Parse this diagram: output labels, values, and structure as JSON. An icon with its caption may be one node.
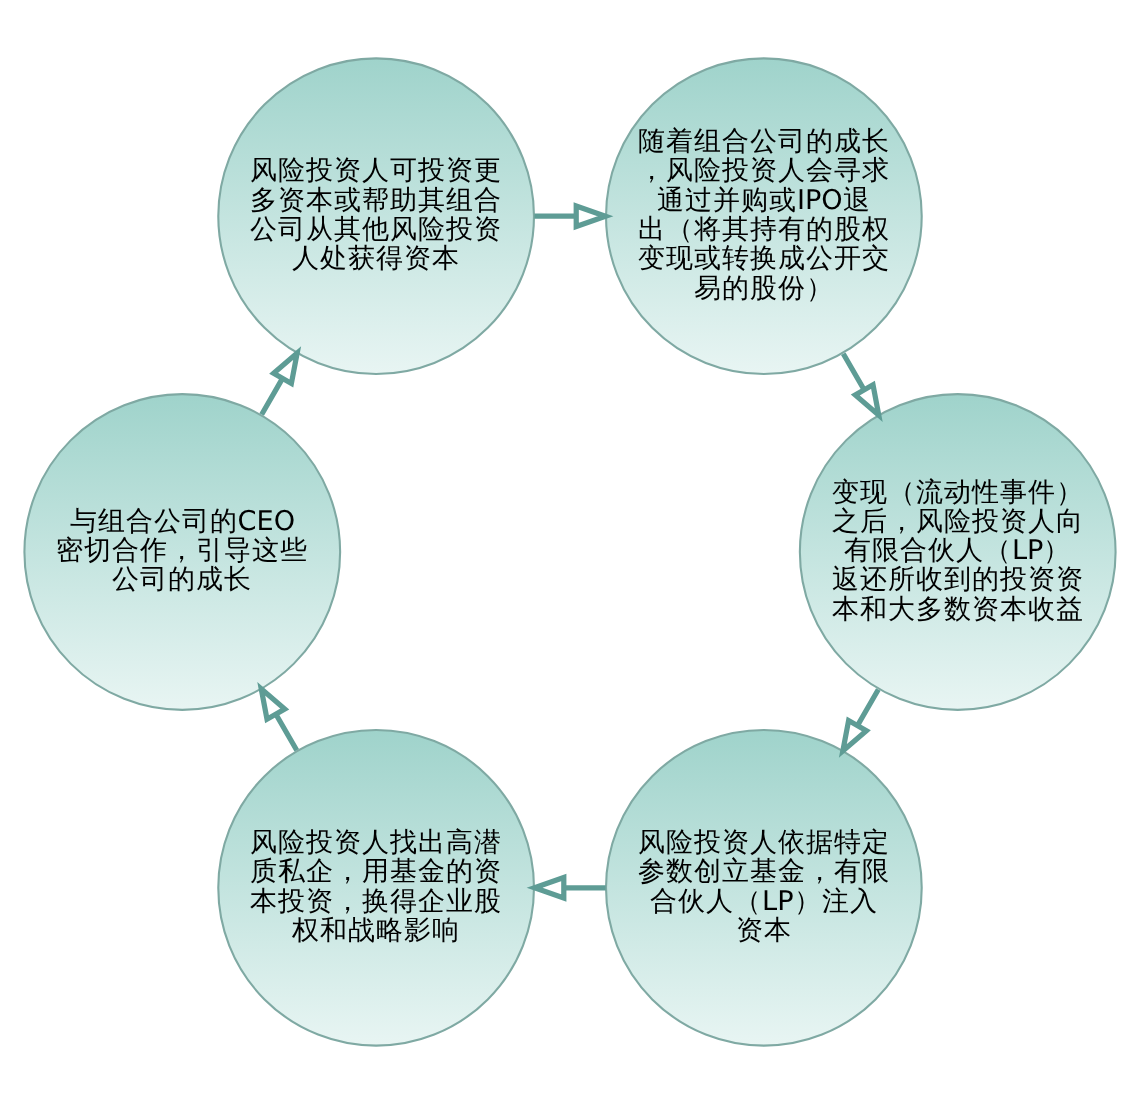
{
  "diagram": {
    "nodes": [
      {
        "text": [
          "风险投资人依据特定参数创立基金，有限合伙人（LP）注入资本"
        ]
      },
      {
        "text": [
          "风险投资人找出高潜质私企，用基金的资本投资，换得企业股权和战略影响"
        ]
      },
      {
        "text": [
          "与组合公司的CEO密切合作，引导这些公司的成长"
        ]
      },
      {
        "text": [
          "风险投资人可投资更多资本或帮助其组合公司从其他风险投资人处获得资本"
        ]
      },
      {
        "text": [
          "随着组合公司的成长，风险投资人会寻求通过并购或IPO退出（将其持有的股权变现或转换成公开交易的股份）"
        ]
      },
      {
        "text": [
          "变现（流动性事件）之后，风险投资人向有限合伙人（LP）返还所收到的投资资本和大多数资本收益"
        ]
      }
    ],
    "edges": [
      {
        "from": 0,
        "to": 1,
        "arrow": "to"
      },
      {
        "from": 1,
        "to": 2,
        "arrow": "to"
      },
      {
        "from": 2,
        "to": 3,
        "arrow": "to"
      },
      {
        "from": 3,
        "to": 4,
        "arrow": "to"
      },
      {
        "from": 4,
        "to": 5,
        "arrow": "to"
      },
      {
        "from": 5,
        "to": 0,
        "arrow": "to"
      }
    ]
  }
}
